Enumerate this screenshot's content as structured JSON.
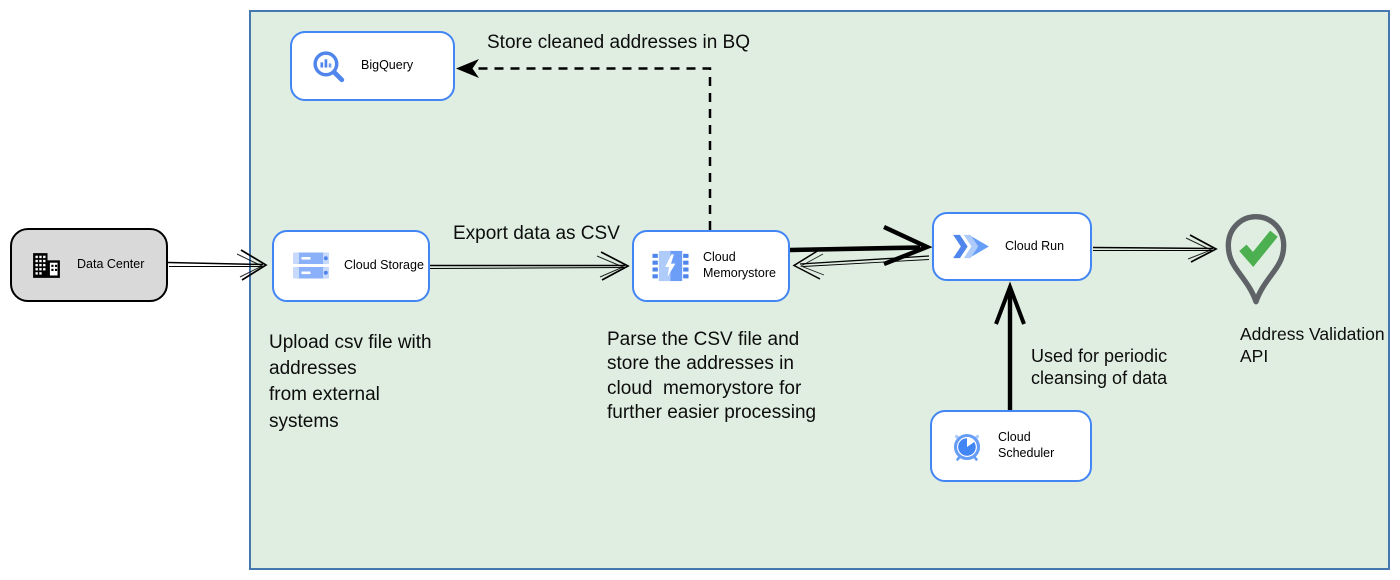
{
  "diagram": {
    "title_context": "Address cleansing pipeline on Google Cloud",
    "boundary": {
      "fill": "#e0eee2",
      "border": "#4678b0"
    },
    "nodes": {
      "data_center": {
        "label": "Data Center",
        "icon": "building-icon",
        "fill": "#d9d9d9",
        "border": "#000000"
      },
      "bigquery": {
        "label": "BigQuery",
        "icon": "bigquery-magnifier-icon",
        "fill": "#ffffff",
        "border": "#4285f4"
      },
      "cloud_storage": {
        "label": "Cloud Storage",
        "icon": "cloud-storage-bars-icon",
        "fill": "#ffffff",
        "border": "#4285f4"
      },
      "cloud_memorystore": {
        "label": "Cloud Memorystore",
        "icon": "memorystore-chip-icon",
        "fill": "#ffffff",
        "border": "#4285f4"
      },
      "cloud_run": {
        "label": "Cloud Run",
        "icon": "cloud-run-chevrons-icon",
        "fill": "#ffffff",
        "border": "#4285f4"
      },
      "cloud_scheduler": {
        "label": "Cloud Scheduler",
        "icon": "alarm-clock-icon",
        "fill": "#ffffff",
        "border": "#4285f4"
      },
      "address_validation_api": {
        "label": "Address Validation\nAPI",
        "icon": "location-pin-check-icon",
        "pin_color": "#5f6368",
        "check_color": "#4caf50"
      }
    },
    "annotations": {
      "store_bq": "Store cleaned addresses in BQ",
      "export_csv": "Export data as CSV",
      "upload_csv": "Upload csv file with\naddresses\nfrom external\nsystems",
      "parse_csv": "Parse the CSV file and\nstore the addresses in\ncloud  memorystore for\nfurther easier processing",
      "periodic": "Used for periodic\ncleansing of data"
    },
    "edges": [
      {
        "from": "data_center",
        "to": "cloud_storage",
        "style": "solid-thin-open-arrow"
      },
      {
        "from": "cloud_storage",
        "to": "cloud_memorystore",
        "style": "solid-thin-open-arrow",
        "label_ref": "export_csv"
      },
      {
        "from": "cloud_memorystore",
        "to": "cloud_run",
        "style": "solid-thick-open-arrow"
      },
      {
        "from": "cloud_run",
        "to": "cloud_memorystore",
        "style": "solid-thin-open-arrow"
      },
      {
        "from": "cloud_run",
        "to": "address_validation_api",
        "style": "solid-thin-open-arrow"
      },
      {
        "from": "cloud_scheduler",
        "to": "cloud_run",
        "style": "solid-thick-open-arrow",
        "label_ref": "periodic"
      },
      {
        "from": "cloud_memorystore",
        "to": "bigquery",
        "style": "dashed-solid-arrow",
        "label_ref": "store_bq"
      }
    ],
    "colors": {
      "node_border_blue": "#4285f4",
      "icon_blue_dark": "#4285f4",
      "icon_blue_mid": "#669df6",
      "icon_blue_light": "#aecbfa",
      "check_green": "#4caf50",
      "pin_gray": "#5f6368",
      "arrow_black": "#000000",
      "boundary_green": "#e0eee2"
    }
  }
}
